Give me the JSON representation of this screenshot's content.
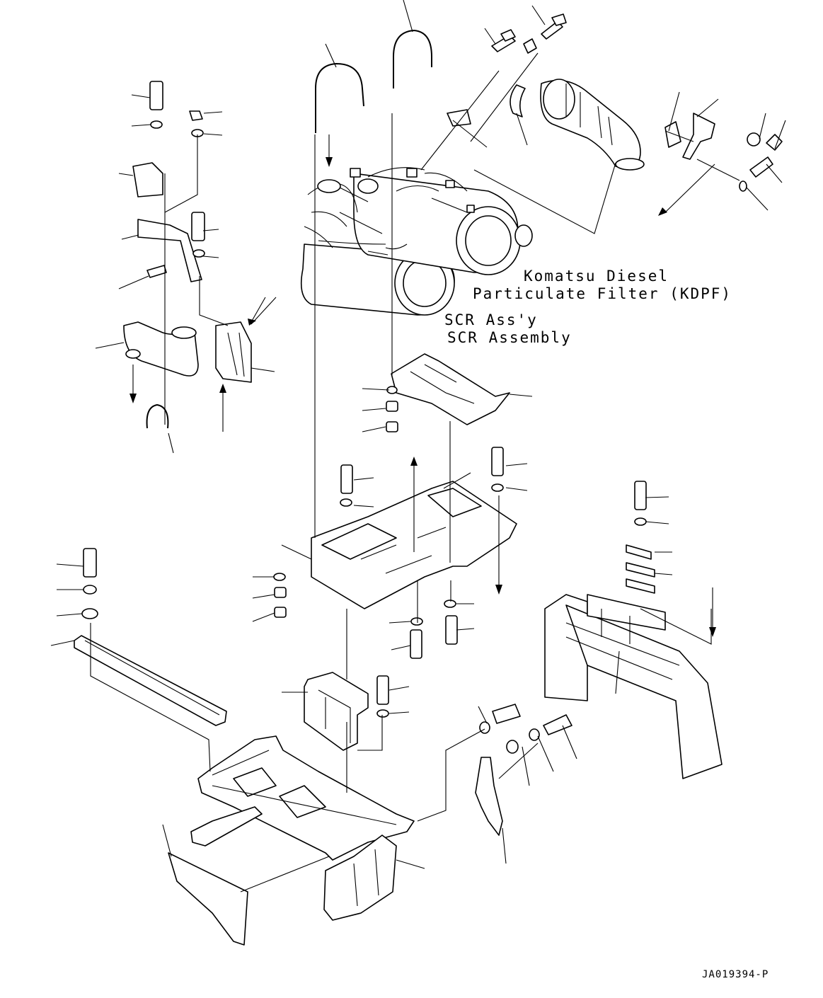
{
  "labels": {
    "kdpf_line1": "Komatsu Diesel",
    "kdpf_line2": "Particulate Filter (KDPF)",
    "scr_line1": "SCR Ass'y",
    "scr_line2": "SCR Assembly",
    "drawing_code": "JA019394-P"
  },
  "colors": {
    "line": "#000000",
    "background": "#ffffff"
  }
}
